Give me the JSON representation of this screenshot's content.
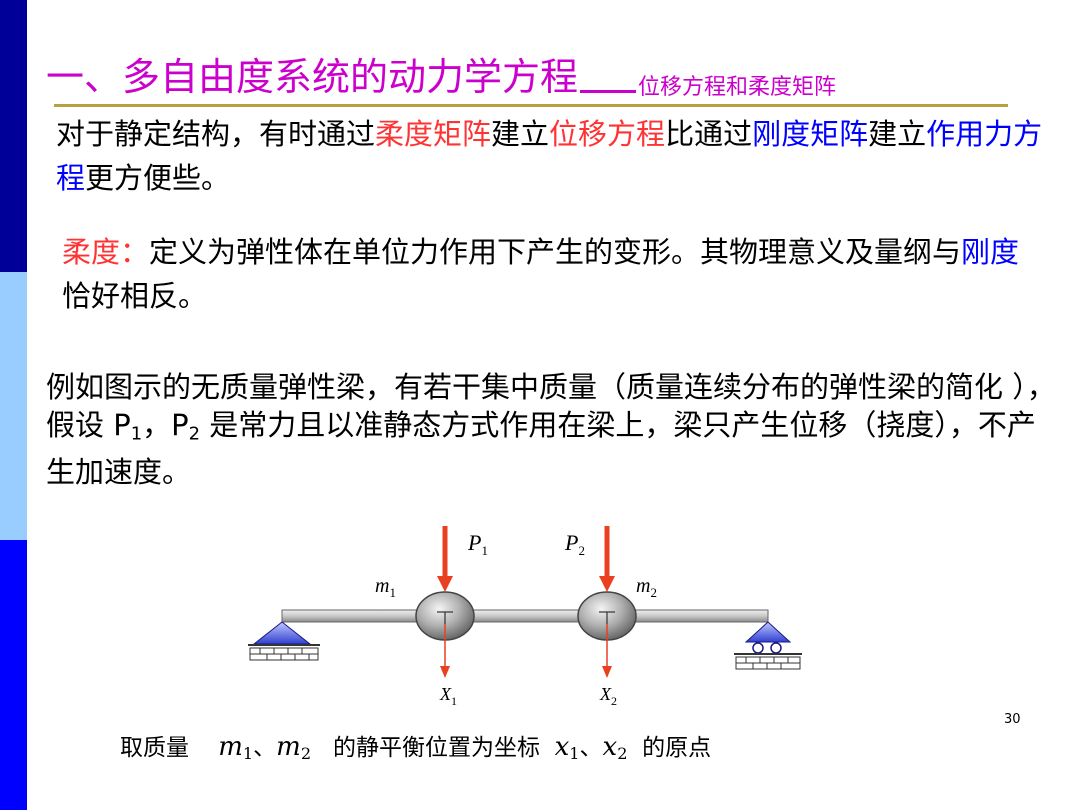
{
  "title": {
    "main": "一、多自由度系统的动力学方程",
    "sub": "位移方程和柔度矩阵"
  },
  "para1": {
    "t1": "对于静定结构，有时通过",
    "h1": "柔度矩阵",
    "t2": "建立",
    "h2": "位移方程",
    "t3": "比通过",
    "h3": "刚度矩阵",
    "t4": "建立",
    "h4": "作用力方程",
    "t5": "更方便些。"
  },
  "para2": {
    "h1": "柔度：",
    "t1": "定义为弹性体在单位力作用下产生的变形。其物理意义及量纲与",
    "h2": "刚度",
    "t2": "恰好相反。"
  },
  "para3": {
    "t1": "例如图示的无质量弹性梁，有若干集中质量（质量连续分布的弹性梁的简化 ），假设 P",
    "s1": "1",
    "t2": "，P",
    "s2": "2",
    "t3": " 是常力且以准静态方式作用在梁上，梁只产生位移（挠度），不产生加速度。"
  },
  "diagram": {
    "force1": "P",
    "force1_sub": "1",
    "force2": "P",
    "force2_sub": "2",
    "mass1": "m",
    "mass1_sub": "1",
    "mass2": "m",
    "mass2_sub": "2",
    "disp1": "X",
    "disp1_sub": "1",
    "disp2": "X",
    "disp2_sub": "2"
  },
  "caption": {
    "t1": "取质量",
    "m1": "m",
    "m1_sub": "1",
    "sep1": "、",
    "m2": "m",
    "m2_sub": "2",
    "t2": "的静平衡位置为坐标",
    "x1": "x",
    "x1_sub": "1",
    "sep2": "、",
    "x2": "x",
    "x2_sub": "2",
    "t3": "的原点"
  },
  "page_number": "30",
  "colors": {
    "title": "#cc00cc",
    "highlight_red": "#ff3333",
    "highlight_blue": "#0000ff",
    "force_arrow": "#e84020",
    "sidebar_dark": "#000099",
    "sidebar_light": "#99ccff",
    "sidebar_blue": "#0000ff"
  }
}
